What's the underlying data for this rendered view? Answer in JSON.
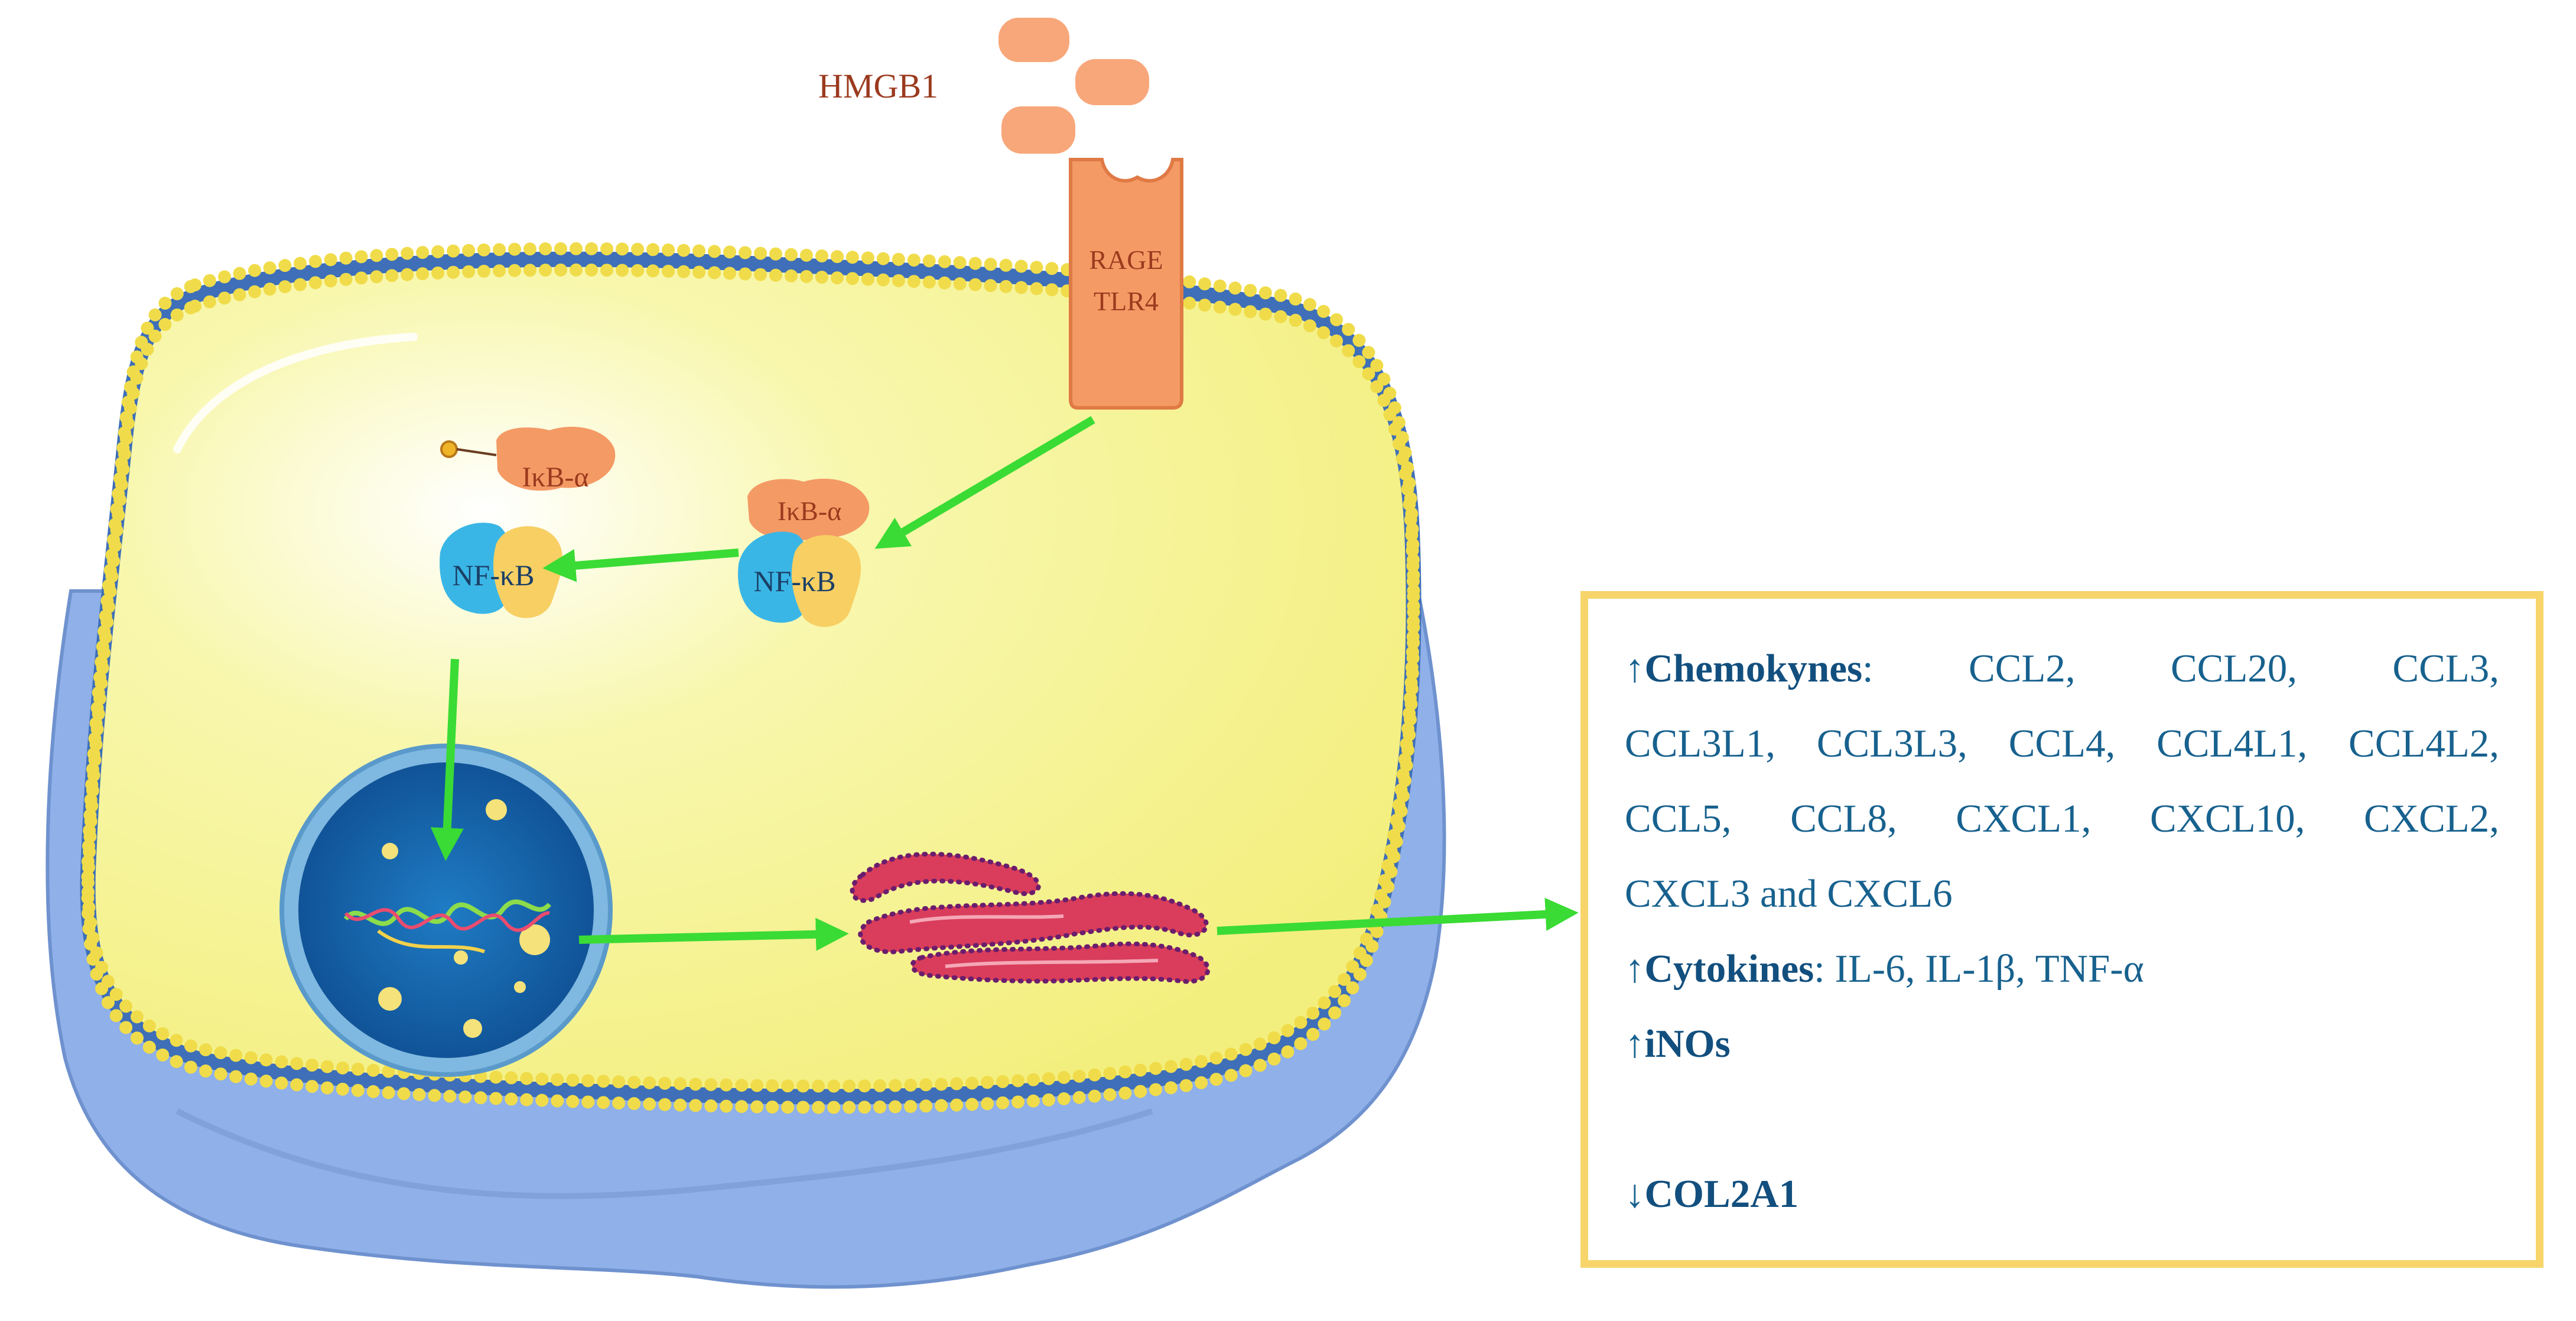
{
  "labels": {
    "hmgb1": "HMGB1",
    "rage": "RAGE",
    "tlr4": "TLR4",
    "ikb_free": "IκB-α",
    "ikb_bound": "IκB-α",
    "nfkb_free": "NF-κB",
    "nfkb_bound": "NF-κB"
  },
  "output_box": {
    "up_arrow": "↑",
    "down_arrow": "↓",
    "chemokines": {
      "heading": "Chemokynes",
      "colon": ":",
      "line1_items": [
        "CCL2,",
        "CCL20,",
        "CCL3,"
      ],
      "line2_items": [
        "CCL3L1,",
        "CCL3L3,",
        "CCL4,",
        "CCL4L1,",
        "CCL4L2,"
      ],
      "line3_items": [
        "CCL5,",
        "CCL8,",
        "CXCL1,",
        "CXCL10,",
        "CXCL2,"
      ],
      "line4": "CXCL3 and CXCL6"
    },
    "cytokines": {
      "heading": "Cytokines",
      "items": ": IL-6, IL-1β, TNF-α"
    },
    "inos": "iNOs",
    "col2a1": "COL2A1"
  },
  "colors": {
    "cytoplasm": "#f6f597",
    "membrane_blue": "#3e6fb8",
    "membrane_beads": "#f0dc4a",
    "cell_base": "#8fb0e8",
    "nucleus": "#1565ad",
    "receptor": "#f49a65",
    "hmgb1": "#f8a77a",
    "er": "#d93d5b",
    "arrow": "#3adb34",
    "box_border": "#f7d56b",
    "box_text": "#17618e",
    "label_brown": "#9b3a1e"
  }
}
